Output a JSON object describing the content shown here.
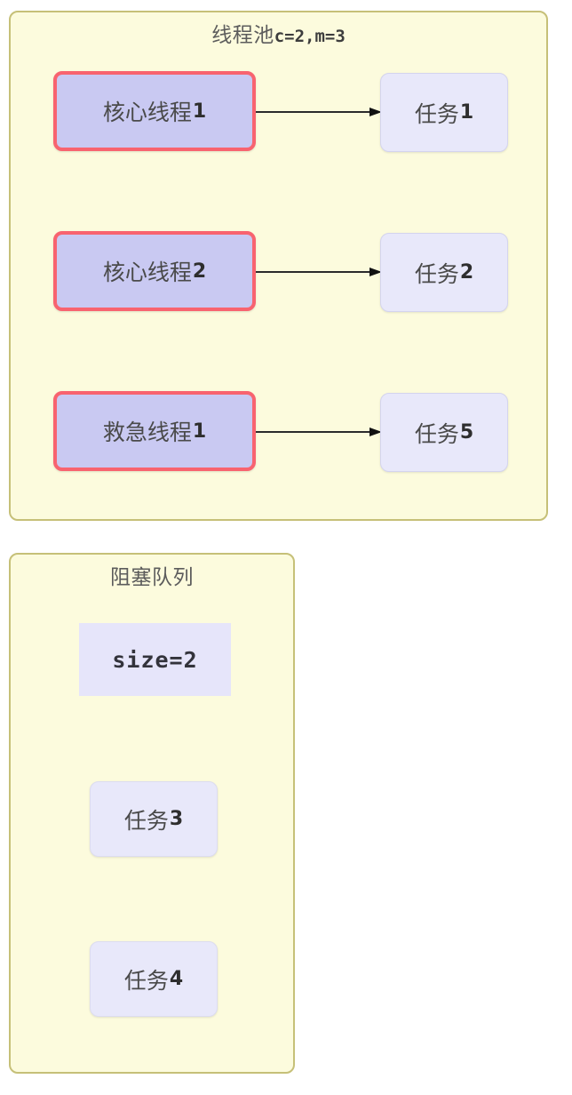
{
  "diagram": {
    "title_cn": "线程池",
    "colors": {
      "panel_fill": "#fcfbdd",
      "panel_border": "#c6c078",
      "thread_fill": "#c9c9f2",
      "thread_border": "#f8636f",
      "task_fill": "#e8e8fa",
      "queue_size_fill": "#e6e5fa",
      "arrow": "#2b2b2b",
      "text": "#4a4a4a",
      "page_background": "#ffffff"
    }
  },
  "thread_pool": {
    "title_text": "线程池",
    "title_params": "c=2,m=3",
    "core_count": 2,
    "max_count": 3,
    "rows": [
      {
        "thread_label": "核心线程",
        "thread_index": "1",
        "task_label": "任务",
        "task_index": "1",
        "arrow": "→"
      },
      {
        "thread_label": "核心线程",
        "thread_index": "2",
        "task_label": "任务",
        "task_index": "2",
        "arrow": "→"
      },
      {
        "thread_label": "救急线程",
        "thread_index": "1",
        "task_label": "任务",
        "task_index": "5",
        "arrow": "→"
      }
    ]
  },
  "blocking_queue": {
    "title": "阻塞队列",
    "size_label": "size=2",
    "size_value": 2,
    "items": [
      {
        "label": "任务",
        "index": "3"
      },
      {
        "label": "任务",
        "index": "4"
      }
    ]
  }
}
